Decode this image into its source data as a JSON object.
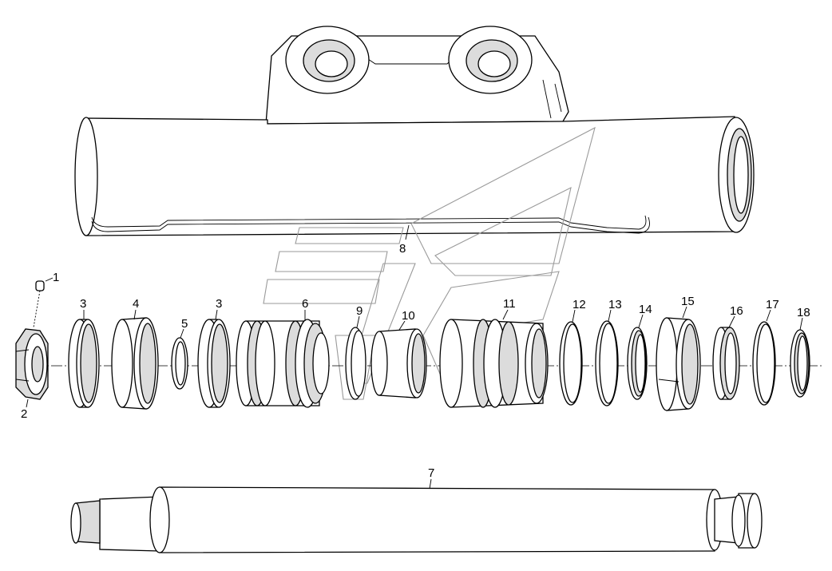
{
  "part_labels": [
    "1",
    "2",
    "3",
    "4",
    "5",
    "3",
    "6",
    "7",
    "8",
    "9",
    "10",
    "11",
    "12",
    "13",
    "14",
    "15",
    "16",
    "17",
    "18"
  ],
  "colors": {
    "line": "#000000",
    "shade": "#dcdcdc",
    "background": "#ffffff",
    "watermark": "#9a9a9a"
  }
}
